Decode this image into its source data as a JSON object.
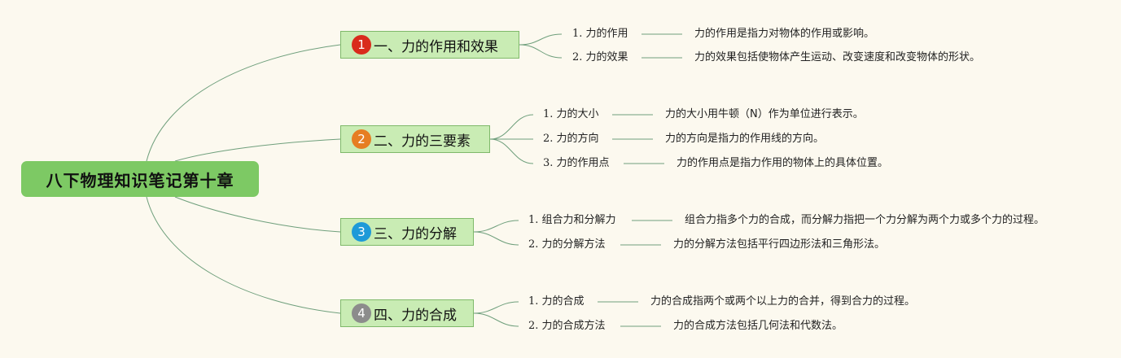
{
  "root": {
    "label": "八下物理知识笔记第十章"
  },
  "colors": {
    "background": "#fcf9ef",
    "root_fill": "#7dc964",
    "branch_fill": "#c9ecb4",
    "branch_border": "#7fb96a",
    "connector": "#6f9f7c",
    "badge_1": "#d92b1c",
    "badge_2": "#e67e22",
    "badge_3": "#1e9ad8",
    "badge_4": "#8c8c8c"
  },
  "branches": [
    {
      "number": "1",
      "label": "一、力的作用和效果",
      "children": [
        {
          "label": "1. 力的作用",
          "text": "力的作用是指力对物体的作用或影响。"
        },
        {
          "label": "2. 力的效果",
          "text": "力的效果包括使物体产生运动、改变速度和改变物体的形状。"
        }
      ]
    },
    {
      "number": "2",
      "label": "二、力的三要素",
      "children": [
        {
          "label": "1. 力的大小",
          "text": "力的大小用牛顿（N）作为单位进行表示。"
        },
        {
          "label": "2. 力的方向",
          "text": "力的方向是指力的作用线的方向。"
        },
        {
          "label": "3. 力的作用点",
          "text": "力的作用点是指力作用的物体上的具体位置。"
        }
      ]
    },
    {
      "number": "3",
      "label": "三、力的分解",
      "children": [
        {
          "label": "1. 组合力和分解力",
          "text": "组合力指多个力的合成，而分解力指把一个力分解为两个力或多个力的过程。"
        },
        {
          "label": "2. 力的分解方法",
          "text": "力的分解方法包括平行四边形法和三角形法。"
        }
      ]
    },
    {
      "number": "4",
      "label": "四、力的合成",
      "children": [
        {
          "label": "1. 力的合成",
          "text": "力的合成指两个或两个以上力的合并，得到合力的过程。"
        },
        {
          "label": "2. 力的合成方法",
          "text": "力的合成方法包括几何法和代数法。"
        }
      ]
    }
  ]
}
